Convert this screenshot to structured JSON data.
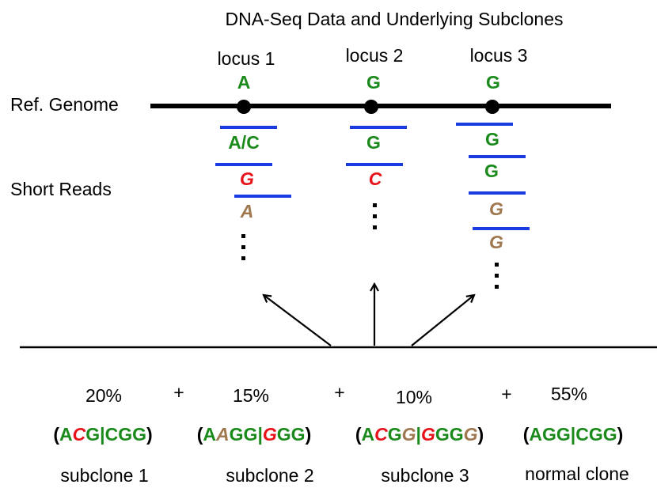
{
  "title": "DNA-Seq Data and Underlying Subclones",
  "row_labels": {
    "ref_genome": "Ref. Genome",
    "short_reads": "Short Reads"
  },
  "loci": [
    {
      "name": "locus 1",
      "ref": "A",
      "reads": [
        {
          "text": "A/C",
          "color": "green",
          "italic": false
        },
        {
          "text": "G",
          "color": "red",
          "italic": true
        },
        {
          "text": "A",
          "color": "brown",
          "italic": true
        }
      ]
    },
    {
      "name": "locus 2",
      "ref": "G",
      "reads": [
        {
          "text": "G",
          "color": "green",
          "italic": false
        },
        {
          "text": "C",
          "color": "red",
          "italic": true
        }
      ]
    },
    {
      "name": "locus 3",
      "ref": "G",
      "reads": [
        {
          "text": "G",
          "color": "green",
          "italic": false
        },
        {
          "text": "G",
          "color": "green",
          "italic": false
        },
        {
          "text": "G",
          "color": "brown",
          "italic": true
        },
        {
          "text": "G",
          "color": "brown",
          "italic": true
        }
      ]
    }
  ],
  "plus_sign": "+",
  "clones": [
    {
      "percent": "20%",
      "name": "subclone 1",
      "genotype": [
        {
          "t": "(",
          "c": "black",
          "i": false
        },
        {
          "t": "A",
          "c": "green",
          "i": false
        },
        {
          "t": "C",
          "c": "red",
          "i": true
        },
        {
          "t": "G",
          "c": "green",
          "i": false
        },
        {
          "t": "|",
          "c": "green",
          "i": false
        },
        {
          "t": "CGG",
          "c": "green",
          "i": false
        },
        {
          "t": ")",
          "c": "black",
          "i": false
        }
      ]
    },
    {
      "percent": "15%",
      "name": "subclone 2",
      "genotype": [
        {
          "t": "(",
          "c": "black",
          "i": false
        },
        {
          "t": "A",
          "c": "green",
          "i": false
        },
        {
          "t": "A",
          "c": "brown",
          "i": true
        },
        {
          "t": "GG",
          "c": "green",
          "i": false
        },
        {
          "t": "|",
          "c": "green",
          "i": false
        },
        {
          "t": "G",
          "c": "red",
          "i": true
        },
        {
          "t": "GG",
          "c": "green",
          "i": false
        },
        {
          "t": ")",
          "c": "black",
          "i": false
        }
      ]
    },
    {
      "percent": "10%",
      "name": "subclone 3",
      "genotype": [
        {
          "t": "(",
          "c": "black",
          "i": false
        },
        {
          "t": "A",
          "c": "green",
          "i": false
        },
        {
          "t": "C",
          "c": "red",
          "i": true
        },
        {
          "t": "G",
          "c": "green",
          "i": false
        },
        {
          "t": "G",
          "c": "brown",
          "i": true
        },
        {
          "t": "|",
          "c": "green",
          "i": false
        },
        {
          "t": "G",
          "c": "red",
          "i": true
        },
        {
          "t": "GG",
          "c": "green",
          "i": false
        },
        {
          "t": "G",
          "c": "brown",
          "i": true
        },
        {
          "t": ")",
          "c": "black",
          "i": false
        }
      ]
    },
    {
      "percent": "55%",
      "name": "normal clone",
      "genotype": [
        {
          "t": "(",
          "c": "black",
          "i": false
        },
        {
          "t": "AGG",
          "c": "green",
          "i": false
        },
        {
          "t": "|",
          "c": "green",
          "i": false
        },
        {
          "t": "CGG",
          "c": "green",
          "i": false
        },
        {
          "t": ")",
          "c": "black",
          "i": false
        }
      ]
    }
  ],
  "colors": {
    "green": "#1a8a1a",
    "red": "#e8121a",
    "brown": "#a07850",
    "blue": "#1a3be0",
    "black": "#000000"
  }
}
